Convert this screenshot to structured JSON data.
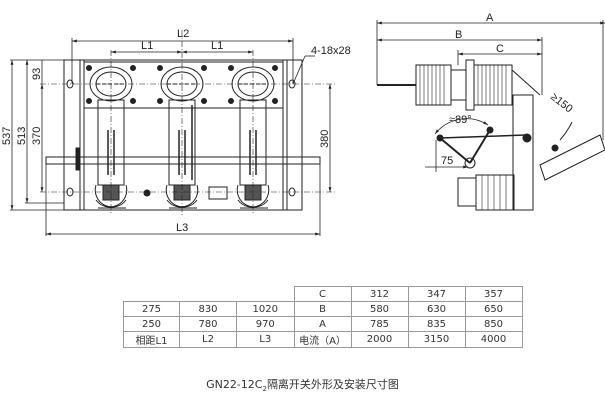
{
  "front_view": {
    "dim_L1_left": "L1",
    "dim_L1_right": "L1",
    "dim_L2": "L2",
    "dim_L3": "L3",
    "dim_holes": "4-18x28",
    "dim_537": "537",
    "dim_513": "513",
    "dim_370": "370",
    "dim_93": "93",
    "dim_380": "380"
  },
  "side_view": {
    "dim_A": "A",
    "dim_B": "B",
    "dim_C": "C",
    "dim_angle": "≈89°",
    "dim_150": "≥150",
    "dim_75": "75"
  },
  "table": {
    "rows": [
      [
        "",
        "",
        "",
        "C",
        "312",
        "347",
        "357"
      ],
      [
        "275",
        "830",
        "1020",
        "B",
        "580",
        "630",
        "650"
      ],
      [
        "250",
        "780",
        "970",
        "A",
        "785",
        "835",
        "850"
      ],
      [
        "相距L1",
        "L2",
        "L3",
        "电流（A）",
        "2000",
        "3150",
        "4000"
      ]
    ]
  },
  "caption": {
    "model": "GN22-12C",
    "subscript": "2",
    "title": "隔离开关外形及安装尺寸图"
  },
  "colors": {
    "line": "#222222",
    "grid": "#999999"
  }
}
